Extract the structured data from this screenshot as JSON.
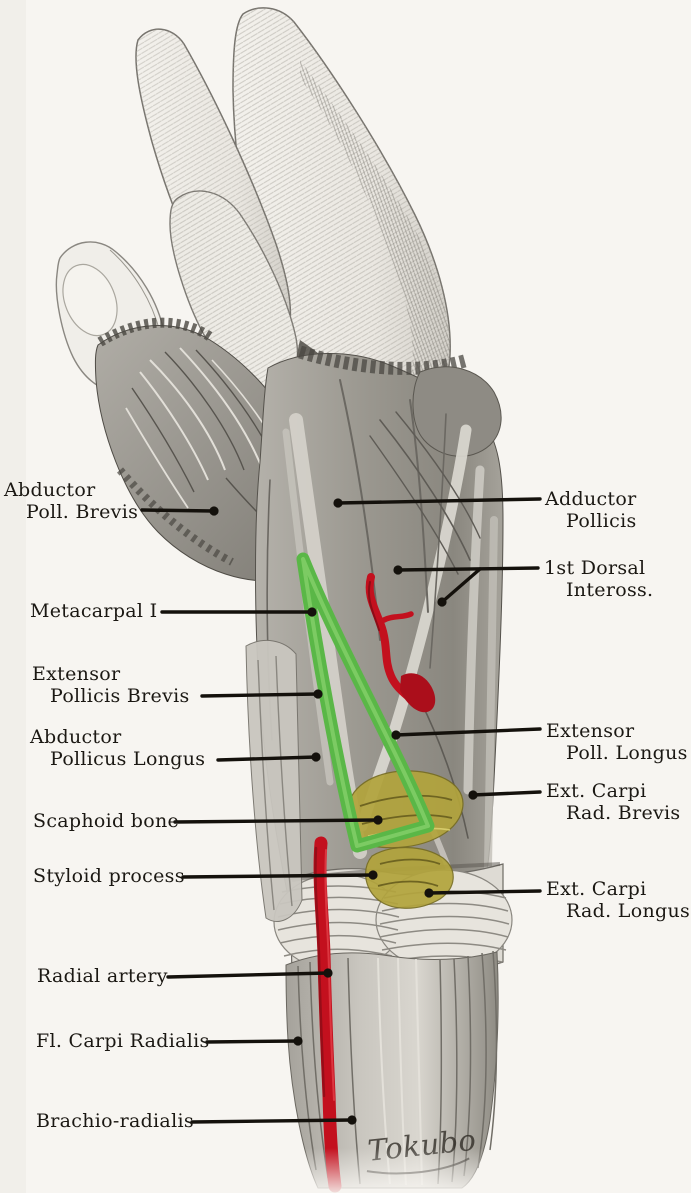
{
  "figure": {
    "type": "anatomical-illustration",
    "subject": "Dissected hand and wrist, radial view, with anatomical snuffbox outlined",
    "signature": "Tokubo",
    "overlay_colors": {
      "snuffbox_triangle_green": "#5ab747",
      "radial_artery_red": "#c3101e",
      "scaphoid_highlight_yellow": "#b2a43c",
      "leader_ink": "#14110c",
      "paper": "#f7f5f1"
    }
  },
  "labels": {
    "left": [
      {
        "id": "abductor-poll-brevis",
        "lines": [
          "Abductor",
          "Poll. Brevis"
        ]
      },
      {
        "id": "metacarpal-1",
        "lines": [
          "Metacarpal I"
        ]
      },
      {
        "id": "extensor-pollicis-brevis",
        "lines": [
          "Extensor",
          "Pollicis Brevis"
        ]
      },
      {
        "id": "abductor-pollicus-longus",
        "lines": [
          "Abductor",
          "Pollicus Longus"
        ]
      },
      {
        "id": "scaphoid-bone",
        "lines": [
          "Scaphoid bone"
        ]
      },
      {
        "id": "styloid-process",
        "lines": [
          "Styloid process"
        ]
      },
      {
        "id": "radial-artery",
        "lines": [
          "Radial artery"
        ]
      },
      {
        "id": "fl-carpi-radialis",
        "lines": [
          "Fl. Carpi Radialis"
        ]
      },
      {
        "id": "brachio-radialis",
        "lines": [
          "Brachio-radialis"
        ]
      }
    ],
    "right": [
      {
        "id": "adductor-pollicis",
        "lines": [
          "Adductor",
          "Pollicis"
        ]
      },
      {
        "id": "first-dorsal-inteross",
        "lines": [
          "1st Dorsal",
          "Inteross."
        ]
      },
      {
        "id": "extensor-poll-longus",
        "lines": [
          "Extensor",
          "Poll. Longus"
        ]
      },
      {
        "id": "ext-carpi-rad-brevis",
        "lines": [
          "Ext. Carpi",
          "Rad. Brevis"
        ]
      },
      {
        "id": "ext-carpi-rad-longus",
        "lines": [
          "Ext. Carpi",
          "Rad. Longus"
        ]
      }
    ]
  }
}
